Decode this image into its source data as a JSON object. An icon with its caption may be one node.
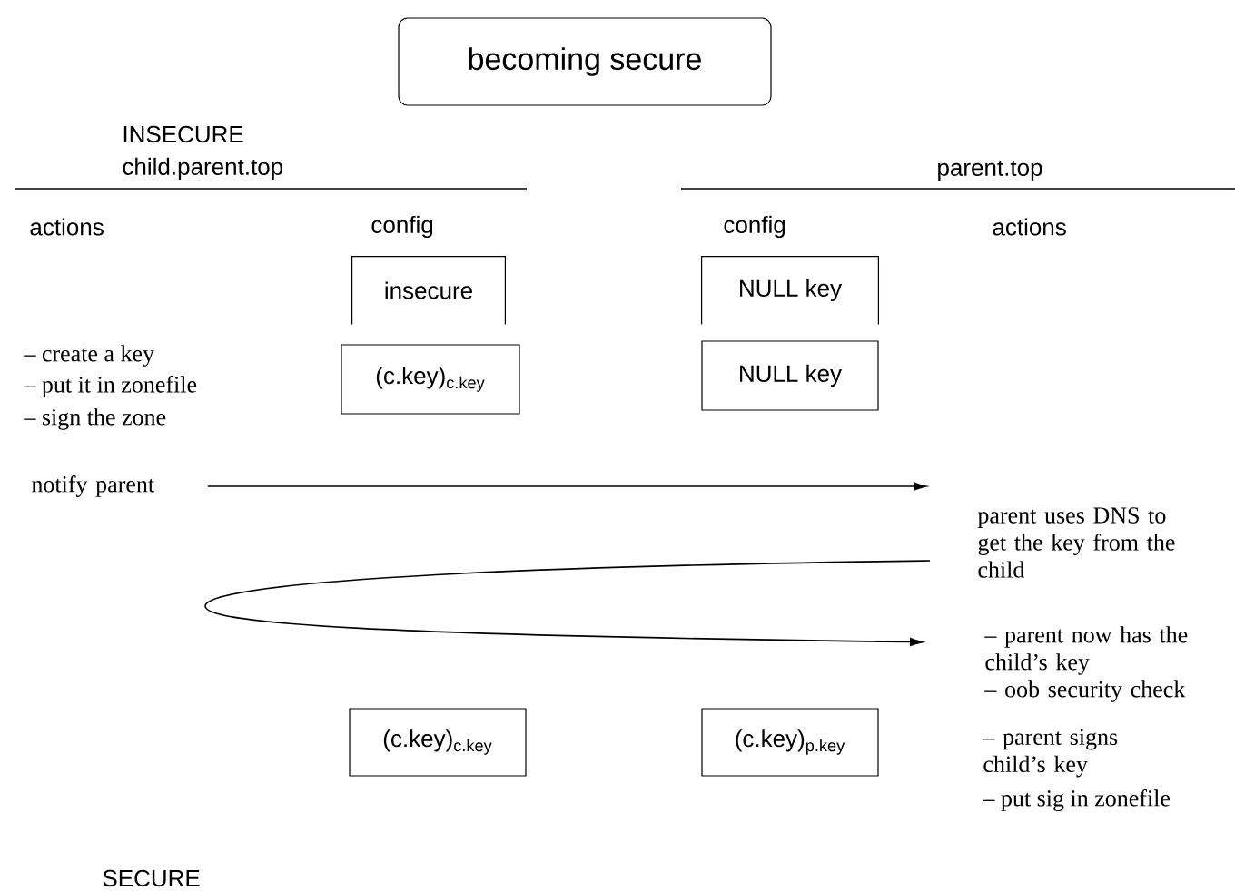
{
  "diagram": {
    "nodes": [
      {
        "text": [
          "becoming secure"
        ]
      },
      {
        "text": [
          "insecure"
        ]
      },
      {
        "text": [
          "NULL key"
        ]
      },
      {
        "text": [
          "(c.key)$_{c.key}$"
        ]
      },
      {
        "text": [
          "NULL key"
        ]
      },
      {
        "text": [
          "notify parent"
        ]
      },
      {
        "text": [
          "parent uses DNS to get the key from the child"
        ]
      },
      {
        "text": [
          "– parent now has the child’s key",
          "– oob security check"
        ]
      },
      {
        "text": [
          "(c.key)$_{c.key}$"
        ]
      },
      {
        "text": [
          "(c.key)$_{p.key}$"
        ]
      }
    ],
    "edges": [
      {
        "from": 5,
        "to": 6,
        "arrow": "to"
      },
      {
        "from": 6,
        "to": 7,
        "arrow": "to"
      }
    ],
    "labels": [
      "INSECURE",
      "child.parent.top",
      "parent.top",
      "actions",
      "config",
      "config",
      "actions",
      "– create a key",
      "– put it in zonefile",
      "– sign the zone",
      "– parent signs child’s key",
      "– put sig in zonefile",
      "SECURE"
    ]
  }
}
